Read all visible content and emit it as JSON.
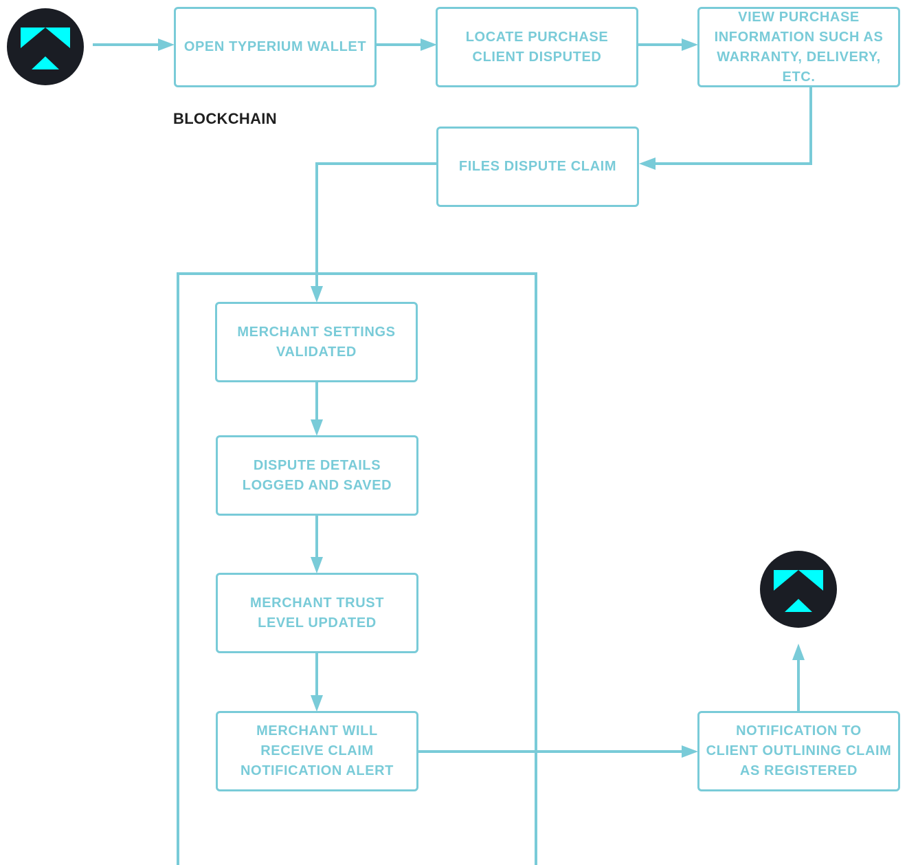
{
  "colors": {
    "accent": "#79cbd8",
    "logo_bg": "#1a1d24",
    "logo_mark": "#00ffff",
    "label_text": "#1f1f1f"
  },
  "icons": {
    "start": "typerium-logo-icon",
    "end": "typerium-logo-icon"
  },
  "section_label": "BLOCKCHAIN",
  "nodes": {
    "open_wallet": "OPEN TYPERIUM WALLET",
    "locate_purchase": "LOCATE PURCHASE\nCLIENT DISPUTED",
    "view_info": "VIEW PURCHASE\nINFORMATION SUCH AS\nWARRANTY, DELIVERY, ETC.",
    "files_dispute": "FILES DISPUTE CLAIM",
    "settings_validated": "MERCHANT SETTINGS\nVALIDATED",
    "details_logged": "DISPUTE DETAILS\nLOGGED AND SAVED",
    "trust_updated": "MERCHANT TRUST\nLEVEL UPDATED",
    "merchant_alert": "MERCHANT WILL\nRECEIVE CLAIM\nNOTIFICATION ALERT",
    "client_notification": "NOTIFICATION TO\nCLIENT OUTLINING CLAIM\nAS REGISTERED"
  }
}
